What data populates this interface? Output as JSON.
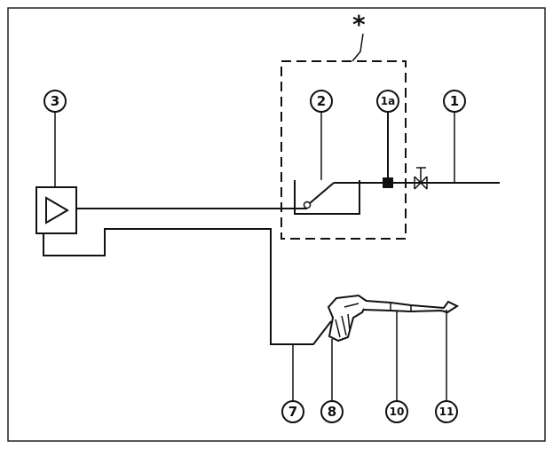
{
  "diagram": {
    "asterisk": "*",
    "callouts": [
      {
        "id": "callout-1",
        "text": "1"
      },
      {
        "id": "callout-1a",
        "text": "1a"
      },
      {
        "id": "callout-2",
        "text": "2"
      },
      {
        "id": "callout-3",
        "text": "3"
      },
      {
        "id": "callout-7",
        "text": "7"
      },
      {
        "id": "callout-8",
        "text": "8"
      },
      {
        "id": "callout-10",
        "text": "10"
      },
      {
        "id": "callout-11",
        "text": "11"
      }
    ]
  },
  "colors": {
    "line": "#111111",
    "background": "#ffffff",
    "border": "#222222"
  }
}
